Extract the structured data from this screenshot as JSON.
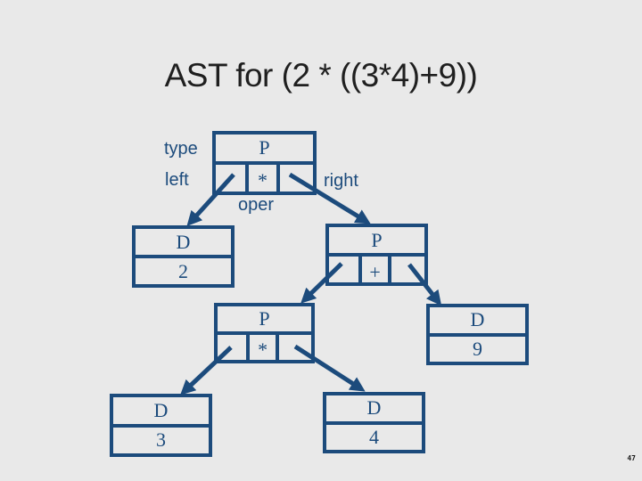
{
  "slide": {
    "title": "AST for (2 * ((3*4)+9))",
    "page_number": "47"
  },
  "field_labels": {
    "type": "type",
    "left": "left",
    "right": "right",
    "oper": "oper"
  },
  "colors": {
    "background": "#e9e9e9",
    "diagram_blue": "#1c4b7c",
    "title_text": "#1f1f1f"
  },
  "nodes": [
    {
      "type": "P",
      "oper": "*"
    },
    {
      "type": "D",
      "value": "2"
    },
    {
      "type": "P",
      "oper": "+"
    },
    {
      "type": "P",
      "oper": "*"
    },
    {
      "type": "D",
      "value": "9"
    },
    {
      "type": "D",
      "value": "3"
    },
    {
      "type": "D",
      "value": "4"
    }
  ]
}
